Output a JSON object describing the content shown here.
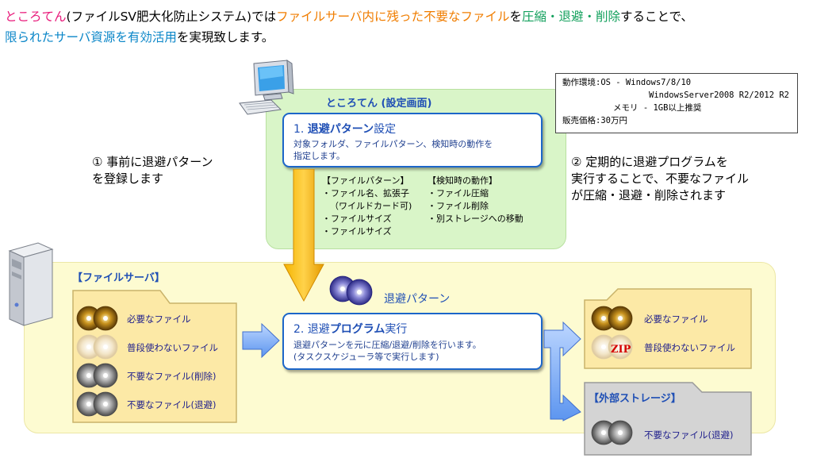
{
  "headline": {
    "line1": [
      {
        "text": "ところてん",
        "color": "pink"
      },
      {
        "text": "(ファイルSV肥大化防止システム)では",
        "color": "black"
      },
      {
        "text": "ファイルサーバ内に残った不要なファイル",
        "color": "orange"
      },
      {
        "text": "を",
        "color": "black"
      },
      {
        "text": "圧縮・退避・削除",
        "color": "green"
      },
      {
        "text": "することで、",
        "color": "black"
      }
    ],
    "line2": [
      {
        "text": "限られたサーバ資源を有効活用",
        "color": "blue"
      },
      {
        "text": "を実現致します。",
        "color": "black"
      }
    ]
  },
  "env": {
    "line1": "動作環境:OS - Windows7/8/10",
    "line2": "WindowsServer2008 R2/2012 R2",
    "line3": "メモリ - 1GB以上推奨",
    "line4": "販売価格:30万円"
  },
  "settings": {
    "title": "ところてん (設定画面)",
    "box_title_num": "1. ",
    "box_title_bold": "退避パターン",
    "box_title_rest": "設定",
    "box_line1": "対象フォルダ、ファイルパターン、検知時の動作を",
    "box_line2": "指定します。",
    "file_pattern_header": "【ファイルパターン】",
    "file_pattern_items": [
      "・ファイル名、拡張子",
      "（ワイルドカード可)",
      "・ファイルサイズ",
      "・ファイルサイズ"
    ],
    "action_header": "【検知時の動作】",
    "action_items": [
      "・ファイル圧縮",
      "・ファイル削除",
      "・別ストレージへの移動"
    ]
  },
  "step1": {
    "line1": "① 事前に退避パターン",
    "line2": "を登録します"
  },
  "step2": {
    "line1": "② 定期的に退避プログラムを",
    "line2": "実行することで、不要なファイル",
    "line3": "が圧縮・退避・削除されます"
  },
  "file_server": {
    "label": "【ファイルサーバ】",
    "items": [
      "必要なファイル",
      "普段使わないファイル",
      "不要なファイル(削除)",
      "不要なファイル(退避)"
    ]
  },
  "pattern_label": "退避パターン",
  "program": {
    "title_num": "2. ",
    "title_a": "退避",
    "title_bold": "プログラム",
    "title_rest": "実行",
    "line1": "退避パターンを元に圧縮/退避/削除を行います。",
    "line2": "(タスクスケジューラ等で実行します)"
  },
  "result": {
    "items": [
      "必要なファイル",
      "普段使わないファイル"
    ],
    "zip": "ZIP"
  },
  "external": {
    "label": "【外部ストレージ】",
    "item": "不要なファイル(退避)"
  },
  "colors": {
    "pink": "#e8197a",
    "orange": "#f07d00",
    "green": "#12a05c",
    "blue": "#0a86c8",
    "box_border": "#1c66c9",
    "green_panel": "#d9f5c8",
    "yellow_panel": "#fdfbd1",
    "folder": "#fce9a6"
  }
}
